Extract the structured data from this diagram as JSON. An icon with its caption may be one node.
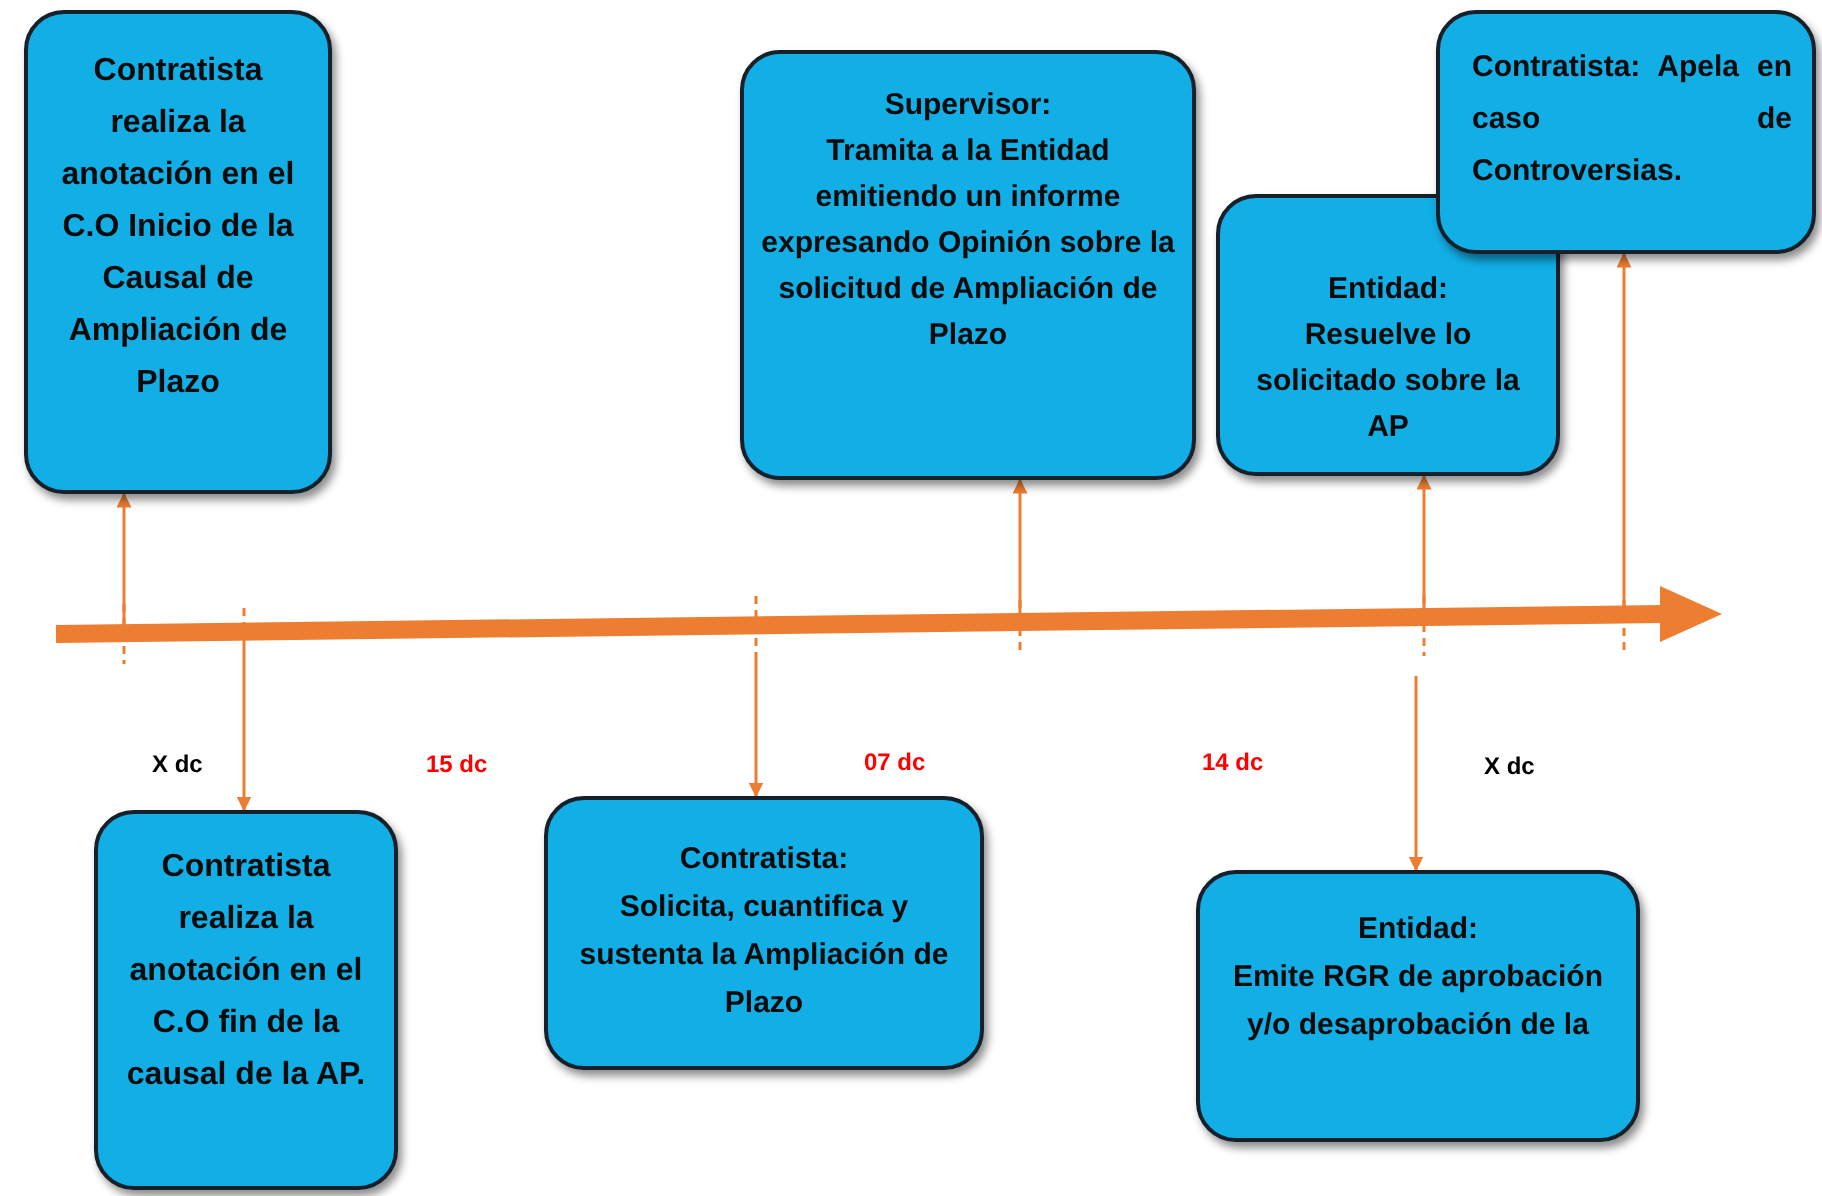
{
  "diagram": {
    "nodes": [
      {
        "text": [
          "Contratista realiza la anotación en el C.O Inicio de la Causal de Ampliación de Plazo"
        ]
      },
      {
        "text": [
          "Supervisor:",
          "Tramita a la Entidad emitiendo un informe expresando Opinión sobre la solicitud de Ampliación de Plazo"
        ]
      },
      {
        "text": [
          "Entidad:",
          "Resuelve lo solicitado sobre la AP"
        ]
      },
      {
        "text": [
          "Contratista:  Apela en caso de Controversias."
        ]
      },
      {
        "text": [
          "Contratista realiza la anotación en el C.O fin de la causal de la AP."
        ]
      },
      {
        "text": [
          "Contratista:",
          "Solicita, cuantifica y sustenta la Ampliación de Plazo"
        ]
      },
      {
        "text": [
          "Entidad:",
          "Emite RGR de aprobación y/o desaprobación de la"
        ]
      }
    ],
    "edges": [
      {
        "from": null,
        "to": 0,
        "arrow": "to"
      },
      {
        "from": null,
        "to": 1,
        "arrow": "to"
      },
      {
        "from": null,
        "to": 2,
        "arrow": "to"
      },
      {
        "from": null,
        "to": 3,
        "arrow": "to"
      },
      {
        "from": null,
        "to": 4,
        "arrow": "to"
      },
      {
        "from": null,
        "to": 5,
        "arrow": "to"
      },
      {
        "from": null,
        "to": 6,
        "arrow": "to"
      }
    ],
    "labels": [
      "X dc",
      "15 dc",
      "07 dc",
      "14 dc",
      "X dc"
    ]
  }
}
